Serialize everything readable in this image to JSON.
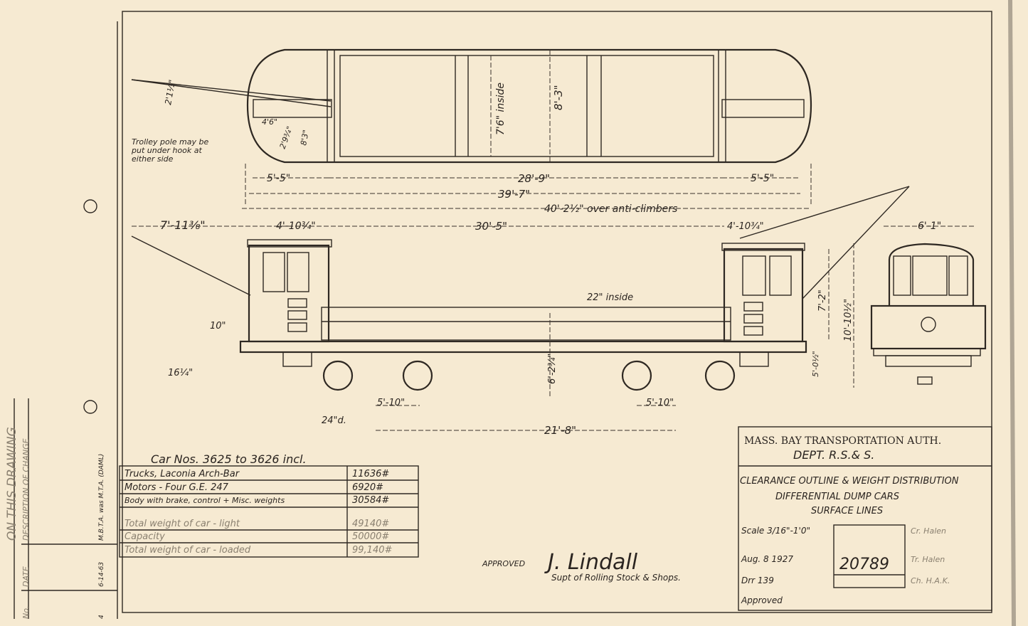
{
  "revision_block": {
    "heading": "ON THIS DRAWING",
    "col_no": "No.",
    "col_date": "DATE",
    "col_description": "DESCRIPTION OF CHANGE",
    "last_entry_no": "4",
    "last_entry_date": "6-14-63",
    "last_entry_text": "M.B.T.A. was M.T.A. (DAML)"
  },
  "plan_view": {
    "dims": {
      "trolley_offset": "2'1½\"",
      "hook_a": "4'6\"",
      "hook_b": "2'9¾\"",
      "hook_c": "8'3\"",
      "inside_width": "7'6\" inside",
      "overall_width": "8'-3\"",
      "left_cab": "5'-5\"",
      "body": "28'-9\"",
      "right_cab": "5'-5\"",
      "over_body": "39'-7\"",
      "over_anticlimbers": "40'-2½\" over anti-climbers"
    },
    "note": [
      "Trolley pole may be",
      "put under hook at",
      "either side"
    ]
  },
  "side_view": {
    "dims": {
      "pole_reach": "7'-11⅜\"",
      "left_cab": "4'-10¾\"",
      "between_cabs": "30'-5\"",
      "right_cab": "4'-10¾\"",
      "bed_inside": "22\" inside",
      "coupler_height": "10\"",
      "step_height": "16¼\"",
      "bed_height": "6'-2¾\"",
      "cab_height": "7'-2\"",
      "overall_height": "10'-10½\"",
      "floor_height": "5'-0½\"",
      "wheel": "24\"d.",
      "wheelbase_left": "5'-10\"",
      "wheelbase_right": "5'-10\"",
      "truck_centers": "21'-8\""
    }
  },
  "end_view": {
    "width": "6'-1\""
  },
  "weights": {
    "title": "Car Nos. 3625 to 3626 incl.",
    "rows": [
      {
        "item": "Trucks, Laconia Arch-Bar",
        "value": "11636#"
      },
      {
        "item": "Motors - Four G.E. 247",
        "value": "6920#"
      },
      {
        "item": "Body with brake, control + Misc. weights",
        "value": "30584#"
      },
      {
        "item": "",
        "value": ""
      },
      {
        "item": "Total weight of car - light",
        "value": "49140#"
      },
      {
        "item": "Capacity",
        "value": "50000#"
      },
      {
        "item": "Total weight of car - loaded",
        "value": "99,140#"
      }
    ]
  },
  "approval": {
    "label": "APPROVED",
    "signature": "J. Lindall",
    "title": "Supt of Rolling Stock & Shops."
  },
  "title_block": {
    "agency": "MASS. BAY TRANSPORTATION AUTH.",
    "dept": "DEPT. R.S.& S.",
    "title1": "CLEARANCE OUTLINE & WEIGHT DISTRIBUTION",
    "title2": "DIFFERENTIAL DUMP CARS",
    "title3": "SURFACE LINES",
    "scale": "Scale 3/16\"-1'0\"",
    "date": "Aug. 8 1927",
    "drawer": "Drr 139",
    "approved": "Approved",
    "drawing_no": "20789",
    "checked": "Cr. Halen",
    "traced": "Tr. Halen",
    "by": "Ch. H.A.K."
  }
}
